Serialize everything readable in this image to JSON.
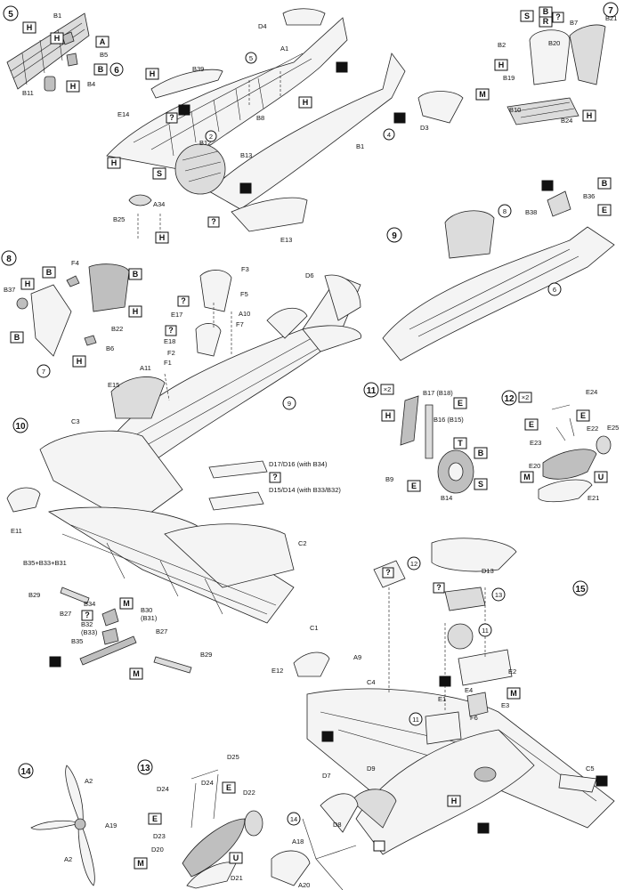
{
  "steps": {
    "s5": "5",
    "s6": "6",
    "s7": "7",
    "s8": "8",
    "s9": "9",
    "s10": "10",
    "s11": "11",
    "s12": "12",
    "s13": "13",
    "s14": "14",
    "s15": "15",
    "ref2": "2",
    "ref4": "4",
    "ref5": "5",
    "ref6": "6",
    "ref7": "7",
    "ref8": "8",
    "ref9": "9",
    "ref11a": "11",
    "ref11b": "11",
    "ref12": "12",
    "ref13": "13",
    "ref14": "14"
  },
  "multipliers": {
    "m11": "×2",
    "m12": "×2"
  },
  "symbols": {
    "H": "H",
    "A": "A",
    "B": "B",
    "S": "S",
    "R": "R",
    "M": "M",
    "E": "E",
    "T": "T",
    "U": "U",
    "Q": "?"
  },
  "parts": {
    "B1": "B1",
    "B4": "B4",
    "B5": "B5",
    "B11": "B11",
    "D4": "D4",
    "A1": "A1",
    "B39": "B39",
    "E14": "E14",
    "B8": "B8",
    "B12": "B12",
    "B13": "B13",
    "A34": "A34",
    "B25": "B25",
    "E13": "E13",
    "D3": "D3",
    "B1b": "B1",
    "B2": "B2",
    "B7": "B7",
    "B21": "B21",
    "B20": "B20",
    "B19": "B19",
    "B10": "B10",
    "B24": "B24",
    "B36": "B36",
    "B38": "B38",
    "F4": "F4",
    "B37": "B37",
    "B22": "B22",
    "B6": "B6",
    "F3": "F3",
    "F5": "F5",
    "D6": "D6",
    "E17": "E17",
    "A10": "A10",
    "F7": "F7",
    "E18": "E18",
    "F2": "F2",
    "F1": "F1",
    "A11": "A11",
    "E15": "E15",
    "C3": "C3",
    "D17": "D17/D16 (with B34)",
    "D15": "D15/D14 (with B33/B32)",
    "E11": "E11",
    "C2": "C2",
    "B35set": "B35+B33+B31",
    "B29a": "B29",
    "B27a": "B27",
    "B34": "B34",
    "B30": "B30",
    "B31": "(B31)",
    "B32": "B32",
    "B33": "(B33)",
    "B35": "B35",
    "B27b": "B27",
    "B29b": "B29",
    "C1": "C1",
    "E12": "E12",
    "B17": "B17 (B18)",
    "B16": "B16 (B15)",
    "B9": "B9",
    "B14": "B14",
    "E24": "E24",
    "E22": "E22",
    "E23": "E23",
    "E25": "E25",
    "E20": "E20",
    "E21": "E21",
    "D13": "D13",
    "E2": "E2",
    "E4": "E4",
    "E3": "E3",
    "F6": "F6",
    "E1": "E1",
    "A9": "A9",
    "C4": "C4",
    "D9": "D9",
    "D7": "D7",
    "D8": "D8",
    "C5": "C5",
    "A18": "A18",
    "A20": "A20",
    "A2a": "A2",
    "A19": "A19",
    "A2b": "A2",
    "D25": "D25",
    "D24a": "D24",
    "D24b": "D24",
    "D22": "D22",
    "D23": "D23",
    "D20": "D20",
    "D21": "D21"
  }
}
